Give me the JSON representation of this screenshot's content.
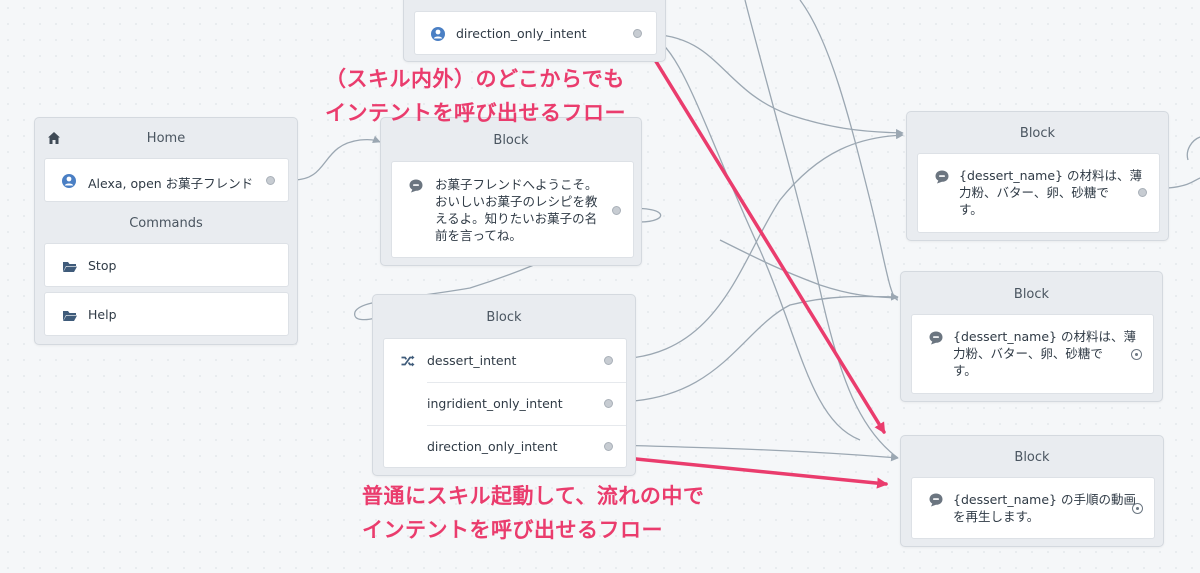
{
  "colors": {
    "wire": "#9ba7b2",
    "annotation": "#ea3c6d",
    "icon_blue": "#4a7fc4",
    "icon_gray": "#6b7580",
    "icon_navy": "#3f5b7a"
  },
  "home": {
    "title": "Home",
    "home_icon": "home-icon",
    "launch": {
      "icon": "user-icon",
      "label": "Alexa, open お菓子フレンド"
    },
    "commands_title": "Commands",
    "commands": [
      {
        "icon": "folder-icon",
        "label": "Stop"
      },
      {
        "icon": "folder-icon",
        "label": "Help"
      }
    ]
  },
  "top_intent": {
    "icon": "user-icon",
    "label": "direction_only_intent"
  },
  "welcome_block": {
    "title": "Block",
    "icon": "speech-bubble-icon",
    "text": "お菓子フレンドへようこそ。\nおいしいお菓子のレシピを教\nえるよ。知りたいお菓子の名\n前を言ってね。"
  },
  "choice_block": {
    "title": "Block",
    "icon": "shuffle-icon",
    "paths": [
      "dessert_intent",
      "ingridient_only_intent",
      "direction_only_intent"
    ]
  },
  "result_blocks": [
    {
      "title": "Block",
      "icon": "speech-bubble-icon",
      "text": "{dessert_name} の材料は、薄\n力粉、バター、卵、砂糖で\nす。"
    },
    {
      "title": "Block",
      "icon": "speech-bubble-icon",
      "text": "{dessert_name} の材料は、薄\n力粉、バター、卵、砂糖で\nす。"
    },
    {
      "title": "Block",
      "icon": "speech-bubble-icon",
      "text": "{dessert_name} の手順の動画\nを再生します。"
    }
  ],
  "annotations": {
    "top": "（スキル内外）のどこからでも\nインテントを呼び出せるフロー",
    "bottom": "普通にスキル起動して、流れの中で\nインテントを呼び出せるフロー"
  }
}
